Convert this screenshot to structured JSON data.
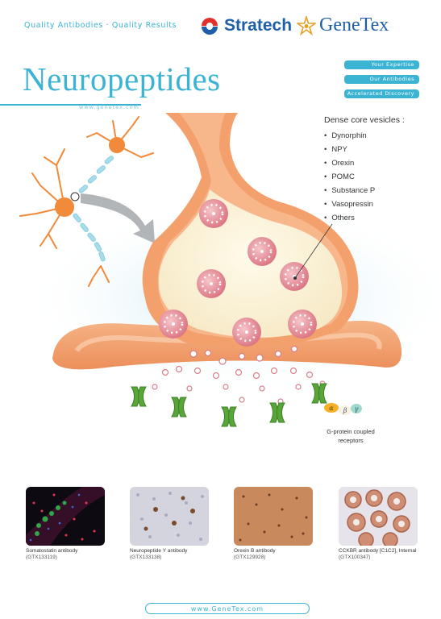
{
  "header": {
    "tagline": "Quality Antibodies · Quality Results",
    "brand_stratech": "Stratech",
    "brand_genetex": "GeneTex"
  },
  "title": {
    "text": "Neuropeptides",
    "url": "www.genetex.com"
  },
  "pills": [
    "Your Expertise",
    "Our Antibodies",
    "Accelerated Discovery"
  ],
  "vesicles": {
    "title": "Dense core vesicles :",
    "items": [
      "Dynorphin",
      "NPY",
      "Orexin",
      "POMC",
      "Substance P",
      "Vasopressin",
      "Others"
    ]
  },
  "receptors": {
    "alpha": "α",
    "beta": "β",
    "gamma": "γ",
    "label_line1": "G-protein coupled",
    "label_line2": "receptors"
  },
  "products": [
    {
      "name": "Somatostatin antibody",
      "code": "(GTX133119)"
    },
    {
      "name": "Neuropeptide Y antibody",
      "code": "(GTX133138)"
    },
    {
      "name": "Orexin B antibody",
      "code": "(GTX129928)"
    },
    {
      "name": "CCKBR antibody [C1C2], Internal",
      "code": "(GTX100347)"
    }
  ],
  "footer": {
    "url": "www.GeneTex.com"
  },
  "colors": {
    "accent": "#3bb3d3",
    "brand": "#1f5ea8",
    "synapse": "#f3a06c"
  }
}
